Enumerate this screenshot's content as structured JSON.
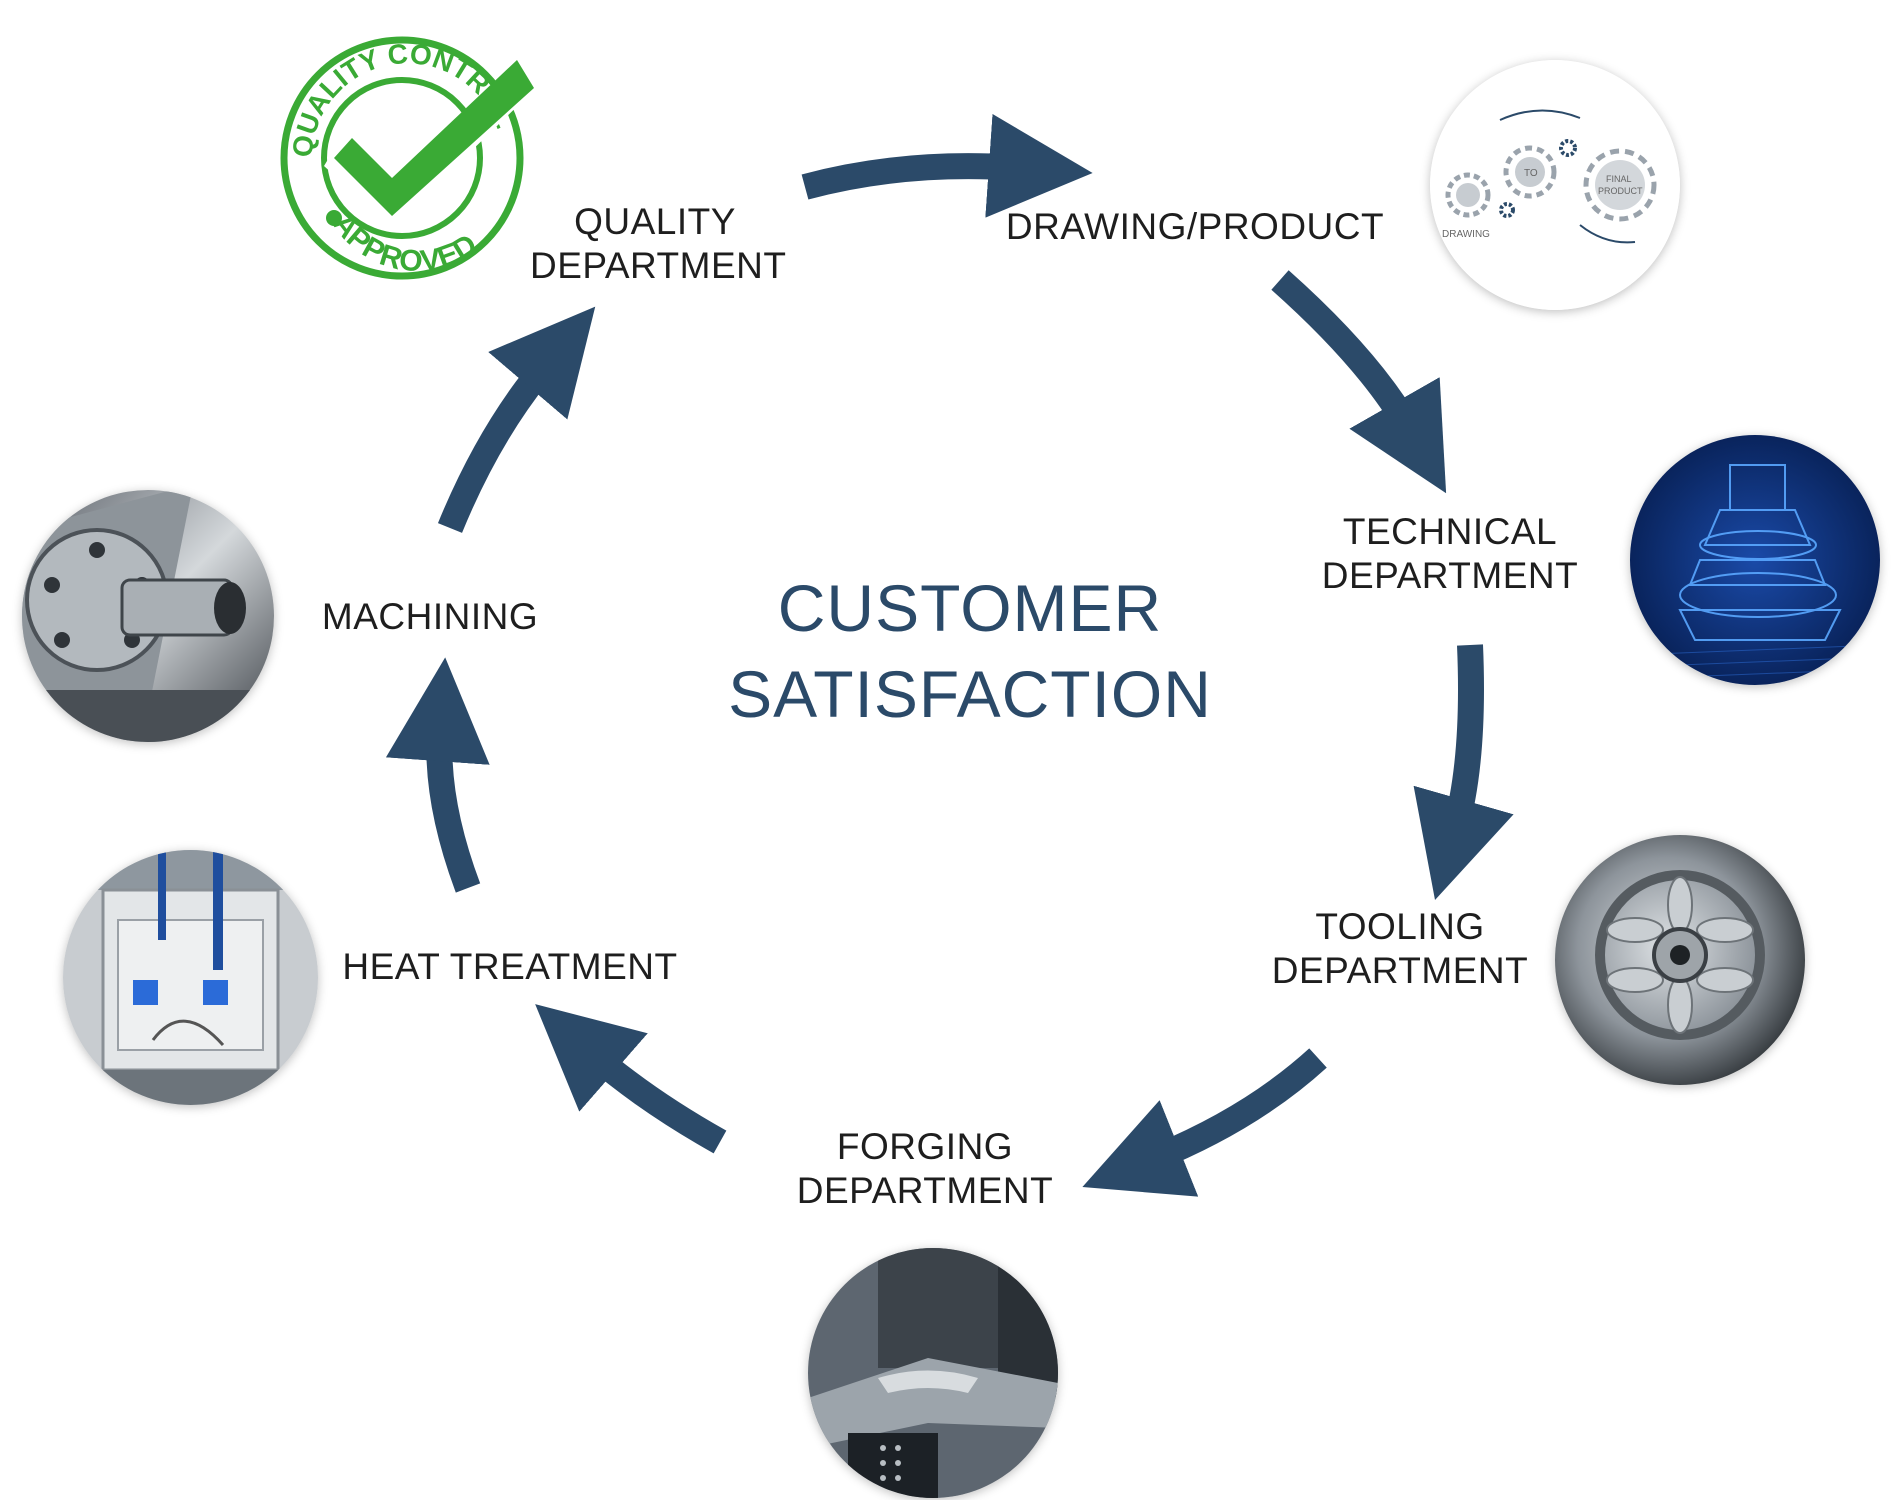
{
  "center": {
    "line1": "CUSTOMER",
    "line2": "SATISFACTION"
  },
  "stages": {
    "quality": {
      "line1": "QUALITY",
      "line2": "DEPARTMENT"
    },
    "drawing": {
      "line1": "DRAWING/PRODUCT"
    },
    "technical": {
      "line1": "TECHNICAL",
      "line2": "DEPARTMENT"
    },
    "tooling": {
      "line1": "TOOLING",
      "line2": "DEPARTMENT"
    },
    "forging": {
      "line1": "FORGING",
      "line2": "DEPARTMENT"
    },
    "heat": {
      "line1": "HEAT TREATMENT"
    },
    "machining": {
      "line1": "MACHINING"
    }
  },
  "badge": {
    "top_text": "QUALITY CONTROL",
    "bottom_text": "APPROVED"
  },
  "drawing_icon": {
    "left_label": "DRAWING",
    "middle_label": "TO",
    "right_label_1": "FINAL",
    "right_label_2": "PRODUCT"
  },
  "colors": {
    "arrow": "#2b4a69",
    "badge_green": "#3aaa35",
    "title": "#2b4a69"
  },
  "icons": [
    "quality-approved-badge",
    "gears-icon"
  ]
}
